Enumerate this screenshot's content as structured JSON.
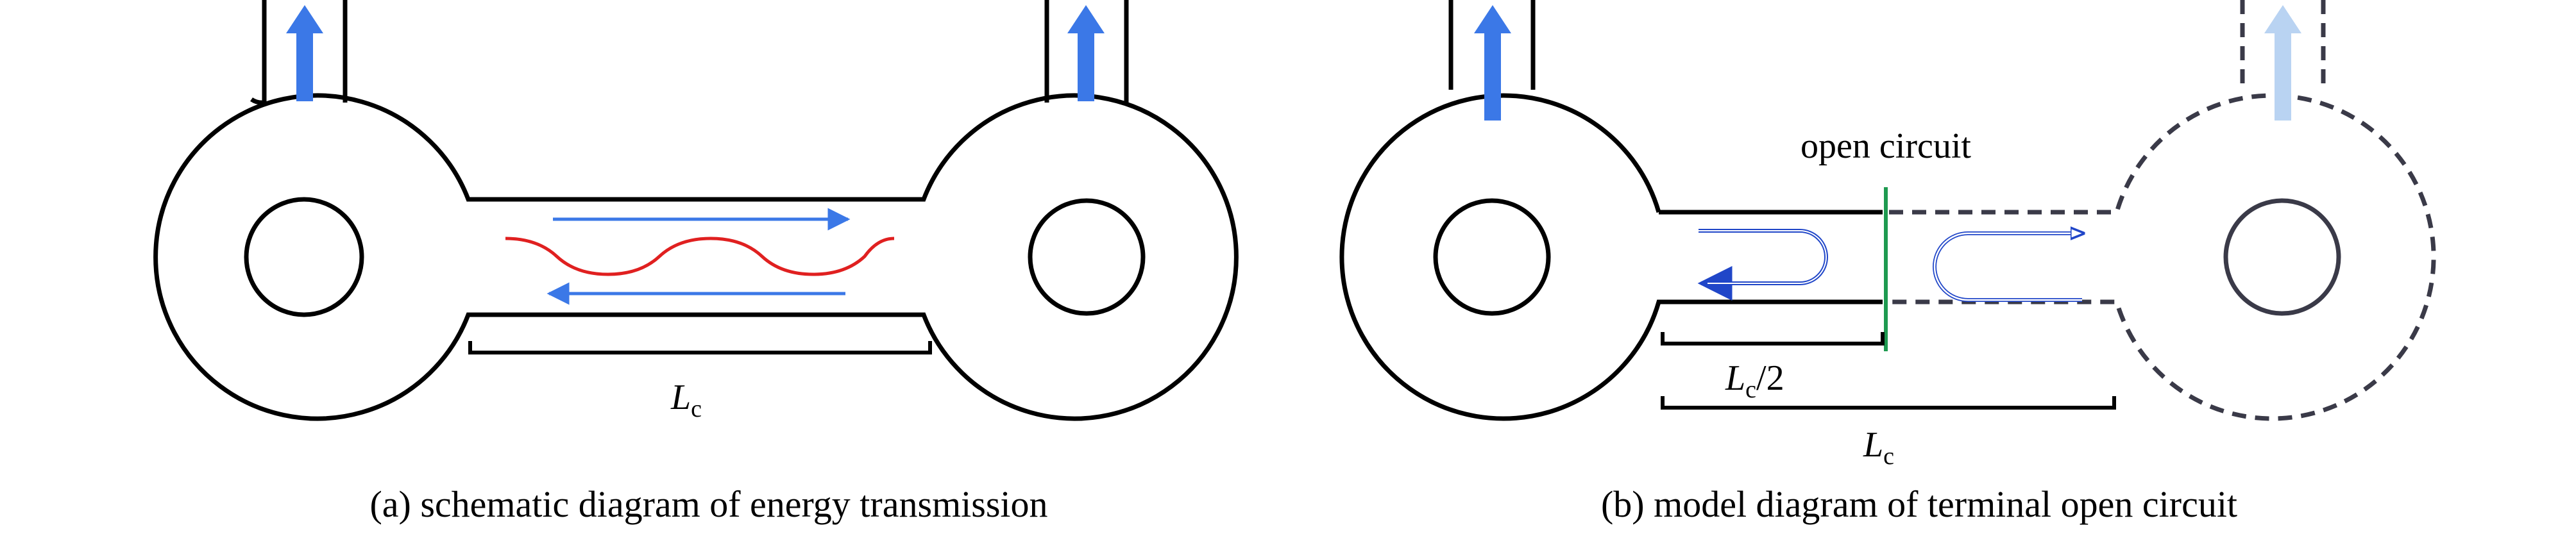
{
  "panel_a": {
    "caption": "(a) schematic diagram of energy transmission",
    "length_label": {
      "main": "L",
      "sub": "c"
    }
  },
  "panel_b": {
    "caption": "(b) model diagram of terminal open circuit",
    "open_circuit_label": "open circuit",
    "half_length_label": {
      "main": "L",
      "sub": "c",
      "suffix": "/2"
    },
    "length_label": {
      "main": "L",
      "sub": "c"
    }
  },
  "colors": {
    "outline": "#000000",
    "dashed_outline": "#3a3a48",
    "arrow_blue": "#3b78e7",
    "arrow_blue_faded": "#b9d3f2",
    "path_arrow_dark": "#2046c8",
    "wave_red": "#e02020",
    "open_circuit_line": "#1e9a50"
  }
}
